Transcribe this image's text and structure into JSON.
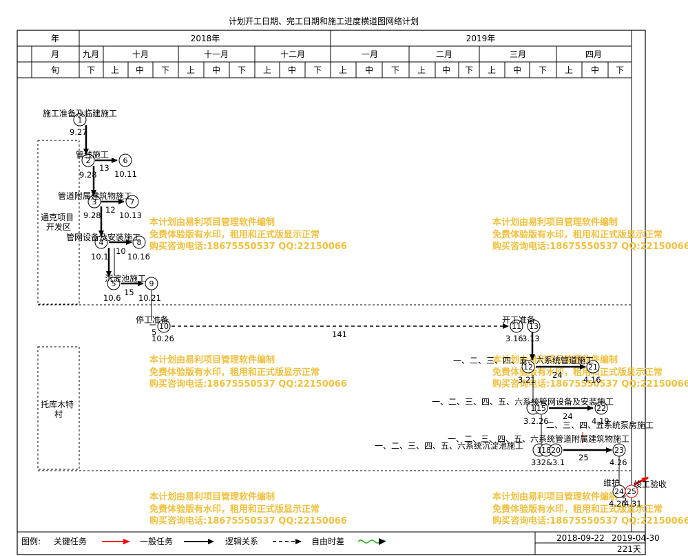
{
  "title": "计划开工日期、完工日期和施工进度横道图网络计划",
  "header": {
    "row_labels": [
      "年",
      "月",
      "旬"
    ],
    "years": [
      "2018年",
      "2019年"
    ],
    "months": [
      "九月",
      "十月",
      "十一月",
      "十二月",
      "一月",
      "二月",
      "三月",
      "四月"
    ],
    "decade_labels": [
      "下",
      "上",
      "中",
      "下",
      "上",
      "中",
      "下",
      "上",
      "中",
      "下",
      "上",
      "中",
      "下",
      "上",
      "中",
      "下",
      "上",
      "中",
      "下",
      "上",
      "中",
      "下"
    ]
  },
  "sections": [
    {
      "name": "通克项目开发区",
      "lines": [
        "通克项目",
        "开发区"
      ]
    },
    {
      "name": "托库木特村",
      "lines": [
        "托库木特",
        "村"
      ]
    }
  ],
  "nodes": [
    {
      "id": "1",
      "label": "1",
      "date": "9.27",
      "critical": false
    },
    {
      "id": "2",
      "label": "2",
      "date": "9.28",
      "critical": false
    },
    {
      "id": "3",
      "label": "3",
      "date": "9.28",
      "critical": false
    },
    {
      "id": "4",
      "label": "4",
      "date": "10.1",
      "critical": false
    },
    {
      "id": "5",
      "label": "5",
      "date": "10.6",
      "critical": false
    },
    {
      "id": "6",
      "label": "6",
      "date": "10.11",
      "critical": false
    },
    {
      "id": "7",
      "label": "7",
      "date": "10.13",
      "critical": false
    },
    {
      "id": "8",
      "label": "8",
      "date": "10.16",
      "critical": false
    },
    {
      "id": "9",
      "label": "9",
      "date": "10.21",
      "critical": false
    },
    {
      "id": "10",
      "label": "10",
      "date": "10.26",
      "critical": false
    },
    {
      "id": "11",
      "label": "11",
      "date": "3.16",
      "critical": false
    },
    {
      "id": "13",
      "label": "13",
      "date": "3.13",
      "critical": false
    },
    {
      "id": "12",
      "label": "12",
      "date": "3.21",
      "critical": false
    },
    {
      "id": "21",
      "label": "21",
      "date": "4.16",
      "critical": false
    },
    {
      "id": "14",
      "label": "1",
      "date": "",
      "critical": false
    },
    {
      "id": "15",
      "label": "15",
      "date": "3.2.26",
      "critical": false
    },
    {
      "id": "22",
      "label": "22",
      "date": "4.19",
      "critical": false
    },
    {
      "id": "16",
      "label": "1",
      "date": "",
      "critical": false
    },
    {
      "id": "18",
      "label": "18",
      "date": "",
      "critical": false
    },
    {
      "id": "20",
      "label": "20",
      "date": "332&3.1",
      "critical": false
    },
    {
      "id": "23",
      "label": "23",
      "date": "4.26",
      "critical": false
    },
    {
      "id": "24",
      "label": "24",
      "date": "4.26",
      "critical": false
    },
    {
      "id": "25",
      "label": "25",
      "date": "4.31",
      "critical": true
    }
  ],
  "tasks": [
    {
      "name": "施工准备及临建施工",
      "duration": ""
    },
    {
      "name": "管线施工",
      "duration": "13"
    },
    {
      "name": "管道附属建筑物施工",
      "duration": "12"
    },
    {
      "name": "管网设备及安装施工",
      "duration": "10"
    },
    {
      "name": "沉淀池施工",
      "duration": "15"
    },
    {
      "name": "停工准备",
      "duration": "5"
    },
    {
      "name": "开工准备",
      "duration": ""
    },
    {
      "name": "一、二、三、四、五、六系统管道施工",
      "duration": "24"
    },
    {
      "name": "一、二、三、四、五、六系统管网设备及安装施工",
      "duration": "24"
    },
    {
      "name": "二、三、四、五系统泵房施工",
      "duration": ""
    },
    {
      "name": "一、二、三、四、五、六系统管道附属建筑物施工",
      "duration": "25"
    },
    {
      "name": "一、二、三、四、五、六系统沉淀池施工",
      "duration": ""
    },
    {
      "name": "维护",
      "duration": "5"
    },
    {
      "name": "竣工验收",
      "duration": ""
    }
  ],
  "free_float": "141",
  "watermark": [
    "本计划由易利项目管理软件编制",
    "免费体验版有水印，租用和正式版显示正常",
    "购买咨询电话:18675550537 QQ:22150066"
  ],
  "legend": {
    "title": "图例:",
    "critical": "关键任务",
    "normal": "一般任务",
    "logic": "逻辑关系",
    "float": "自由时差"
  },
  "footer": {
    "start": "2018-09-22",
    "end": "2019-04-30",
    "duration": "221天"
  },
  "colors": {
    "critical": "#ff0000",
    "watermark": "#f0c040",
    "float": "#22aa22"
  }
}
